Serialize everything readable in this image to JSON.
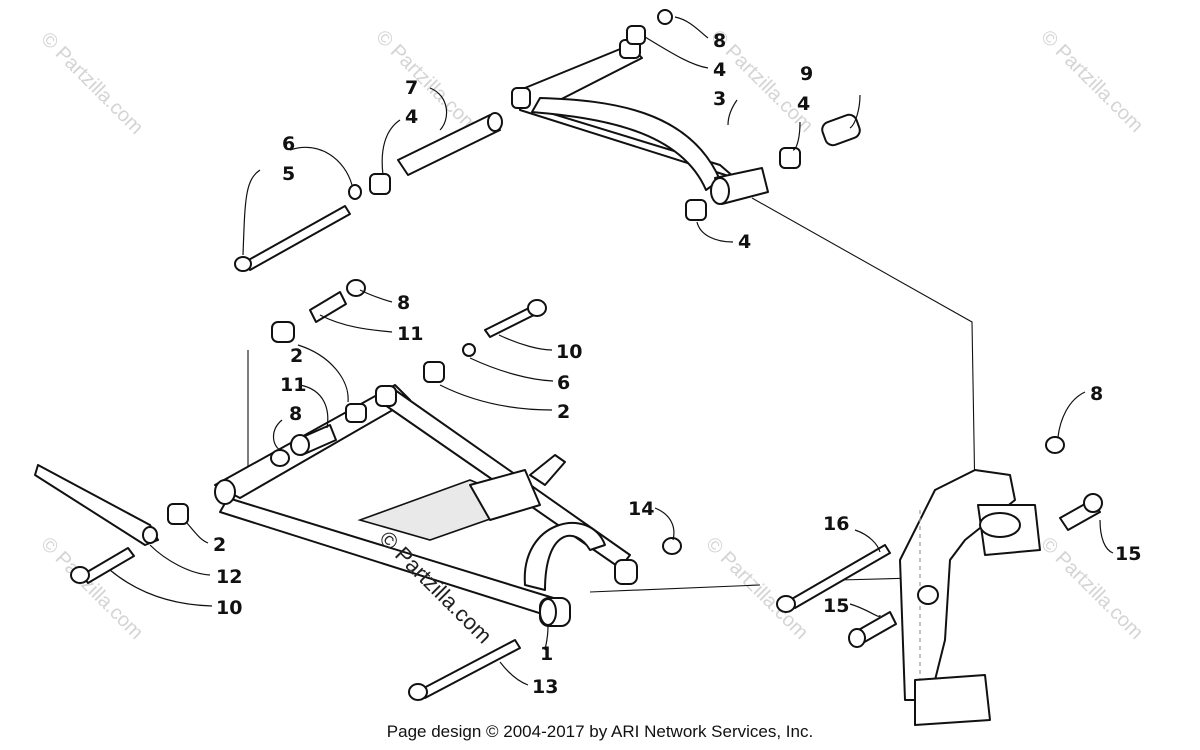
{
  "diagram": {
    "callouts": [
      "1",
      "2",
      "3",
      "4",
      "5",
      "6",
      "7",
      "8",
      "9",
      "10",
      "11",
      "12",
      "13",
      "14",
      "15",
      "16"
    ],
    "watermarks": [
      "© Partzilla.com"
    ]
  },
  "footer": {
    "copyright": "Page design © 2004-2017 by ARI Network Services, Inc."
  }
}
